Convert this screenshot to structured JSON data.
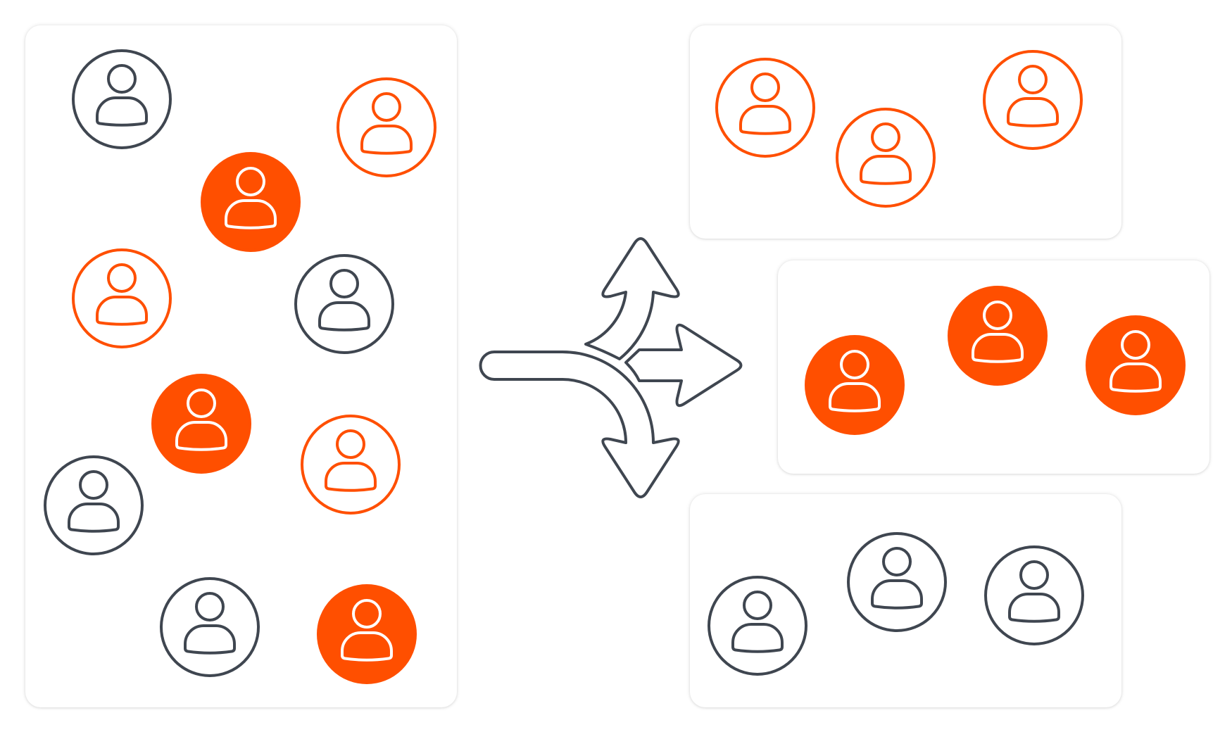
{
  "colors": {
    "accent": "#ff4f00",
    "neutral": "#3f4650",
    "card_background": "#ffffff",
    "icon_inner_on_filled": "#ffffff"
  },
  "icon": "person-icon",
  "source_pool": {
    "people": [
      {
        "style": "outline-gray"
      },
      {
        "style": "outline-orange"
      },
      {
        "style": "filled-orange"
      },
      {
        "style": "outline-orange"
      },
      {
        "style": "outline-gray"
      },
      {
        "style": "filled-orange"
      },
      {
        "style": "outline-orange"
      },
      {
        "style": "outline-gray"
      },
      {
        "style": "outline-gray"
      },
      {
        "style": "filled-orange"
      }
    ]
  },
  "split_icon": "split-arrow-icon",
  "groups": [
    {
      "people": [
        {
          "style": "outline-orange"
        },
        {
          "style": "outline-orange"
        },
        {
          "style": "outline-orange"
        }
      ]
    },
    {
      "people": [
        {
          "style": "filled-orange"
        },
        {
          "style": "filled-orange"
        },
        {
          "style": "filled-orange"
        }
      ]
    },
    {
      "people": [
        {
          "style": "outline-gray"
        },
        {
          "style": "outline-gray"
        },
        {
          "style": "outline-gray"
        }
      ]
    }
  ]
}
